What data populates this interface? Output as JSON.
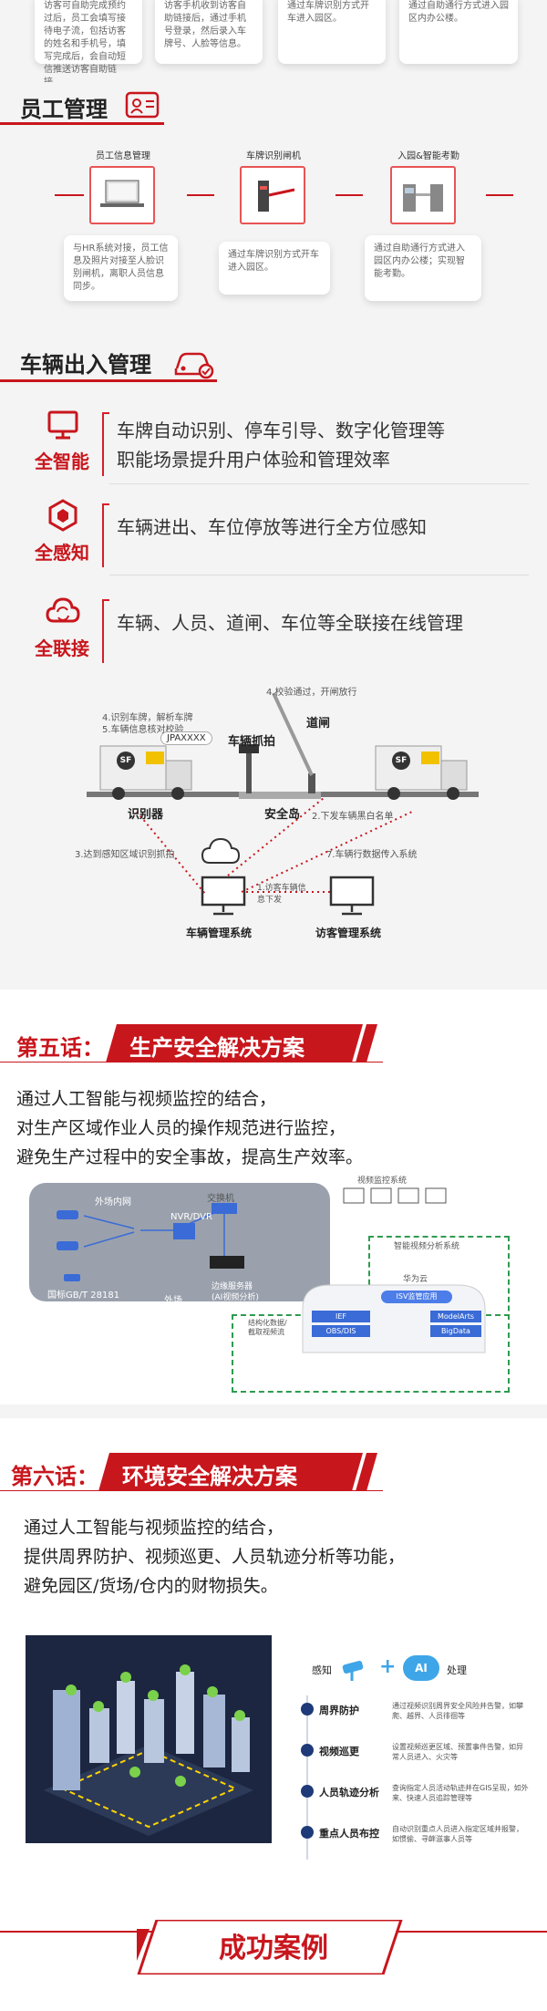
{
  "top_cards": [
    "访客可自助完成预约过后，员工会填写接待电子流，包括访客的姓名和手机号，填写完成后，会自动短信推送访客自助链接。",
    "访客手机收到访客自助链接后，通过手机号登录，然后录入车牌号、人脸等信息。",
    "通过车牌识别方式开车进入园区。",
    "通过自助通行方式进入园区内办公楼。"
  ],
  "staff": {
    "title": "员工管理",
    "nodes": [
      "员工信息管理",
      "车牌识别闸机",
      "入园&智能考勤"
    ],
    "cards": [
      "与HR系统对接，员工信息及照片对接至人脸识别闸机，离职人员信息同步。",
      "通过车牌识别方式开车进入园区。",
      "通过自助通行方式进入园区内办公楼；实现智能考勤。"
    ]
  },
  "vehicle": {
    "title": "车辆出入管理",
    "features": [
      {
        "label": "全智能",
        "text1": "车牌自动识别、停车引导、数字化管理等",
        "text2": "职能场景提升用户体验和管理效率"
      },
      {
        "label": "全感知",
        "text1": "车辆进出、车位停放等进行全方位感知",
        "text2": ""
      },
      {
        "label": "全联接",
        "text1": "车辆、人员、道闸、车位等全联接在线管理",
        "text2": ""
      }
    ],
    "diagram": {
      "step4": "4.校验通过，开闸放行",
      "step45": "4.识别车牌，解析车牌",
      "step5": "5.车辆信息核对校验",
      "plate": "JPAXXXX",
      "capture": "车辆抓拍",
      "gate": "道闸",
      "recognizer": "识别器",
      "island": "安全岛",
      "step2": "2.下发车辆黑白名单",
      "step3": "3.达到感知区域识别抓拍",
      "step7": "7.车辆行数据传入系统",
      "step1": "1.访客车辆信息下发",
      "sys1": "车辆管理系统",
      "sys2": "访客管理系统",
      "truck_logo": "SF"
    }
  },
  "ep5": {
    "label": "第五话：",
    "title": "生产安全解决方案",
    "lines": [
      "通过人工智能与视频监控的结合，",
      "对生产区域作业人员的操作规范进行监控，",
      "避免生产过程中的安全事故，提高生产效率。"
    ],
    "diagram": {
      "lan": "外场内网",
      "switch": "交换机",
      "nvr": "NVR/DVR",
      "gb": "国标GB/T 28181",
      "field": "外场",
      "edge1": "边缘服务器",
      "edge2": "(AI视频分析)",
      "monitor": "视频监控系统",
      "analysis": "智能视频分析系统",
      "cloud": "华为云",
      "isv": "ISV监管应用",
      "iot": "IEF",
      "modelarts": "ModelArts",
      "obs": "OBS/DIS",
      "bigdata": "BigData",
      "note1": "结构化数据/",
      "note2": "截取视频流"
    }
  },
  "ep6": {
    "label": "第六话：",
    "title": "环境安全解决方案",
    "lines": [
      "通过人工智能与视频监控的结合，",
      "提供周界防护、视频巡更、人员轨迹分析等功能，",
      "避免园区/货场/仓内的财物损失。"
    ],
    "sense": "感知",
    "process": "处理",
    "ai": "AI",
    "items": [
      {
        "name": "周界防护",
        "desc": "通过视频识别周界安全风险并告警，如攀爬、越界、人员徘徊等"
      },
      {
        "name": "视频巡更",
        "desc": "设置视频巡更区域、预置事件告警，如异常人员进入、火灾等"
      },
      {
        "name": "人员轨迹分析",
        "desc": "查询指定人员活动轨迹并在GIS呈现，如外来、快速人员追踪管理等"
      },
      {
        "name": "重点人员布控",
        "desc": "自动识别重点人员进入指定区域并报警，如惯偷、寻衅滋事人员等"
      }
    ]
  },
  "success": {
    "title": "成功案例"
  },
  "colors": {
    "red": "#c8161d",
    "dark_red": "#a50f15"
  }
}
